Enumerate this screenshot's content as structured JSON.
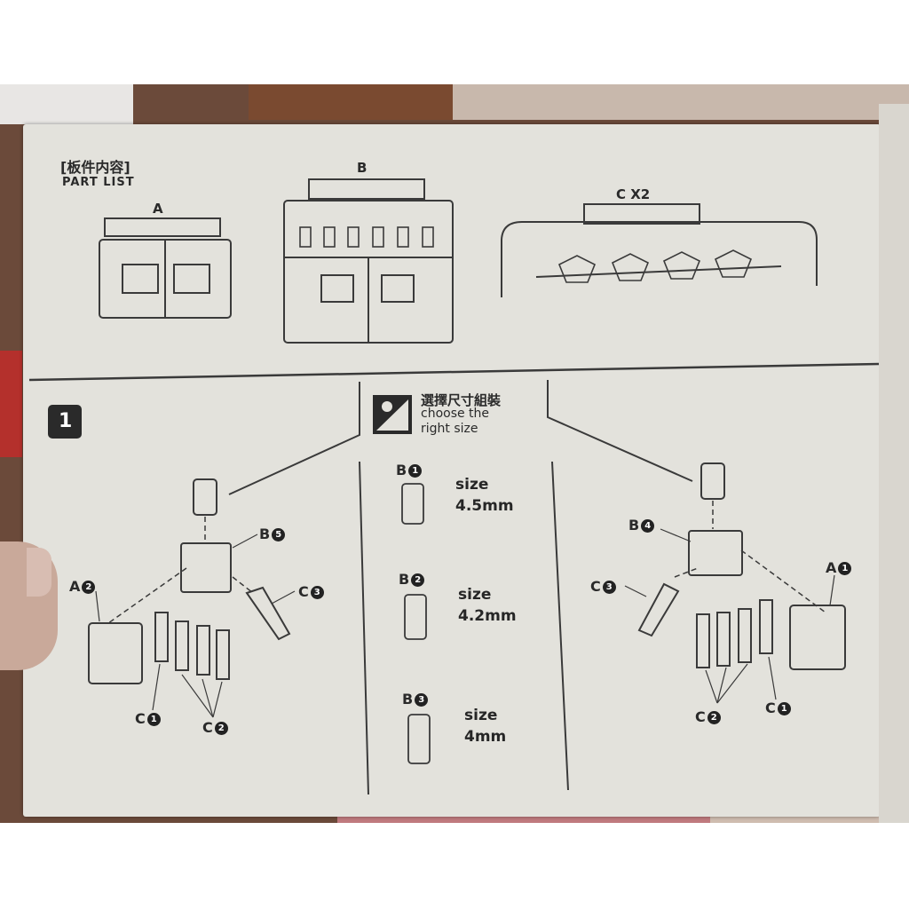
{
  "part_list": {
    "title_cn": "[板件内容]",
    "title_en": "PART LIST",
    "runner_a": "A",
    "runner_b": "B",
    "runner_c": "C X2"
  },
  "step": {
    "number": "1",
    "choose_cn": "選擇尺寸組裝",
    "choose_en_line1": "choose the",
    "choose_en_line2": "right size"
  },
  "sizes": [
    {
      "part": "B",
      "num": "1",
      "label": "size",
      "value": "4.5mm"
    },
    {
      "part": "B",
      "num": "2",
      "label": "size",
      "value": "4.2mm"
    },
    {
      "part": "B",
      "num": "3",
      "label": "size",
      "value": "4mm"
    }
  ],
  "callouts_left": {
    "b": "B",
    "b_num": "5",
    "a": "A",
    "a_num": "2",
    "c3": "C",
    "c3_num": "3",
    "c1": "C",
    "c1_num": "1",
    "c2": "C",
    "c2_num": "2"
  },
  "callouts_right": {
    "b": "B",
    "b_num": "4",
    "a": "A",
    "a_num": "1",
    "c3": "C",
    "c3_num": "3",
    "c1": "C",
    "c1_num": "1",
    "c2": "C",
    "c2_num": "2"
  },
  "colors": {
    "paper": "#e3e2dc",
    "ink": "#2a2a2a",
    "wood": "#6b4a3a",
    "skin": "#c9a99a"
  }
}
